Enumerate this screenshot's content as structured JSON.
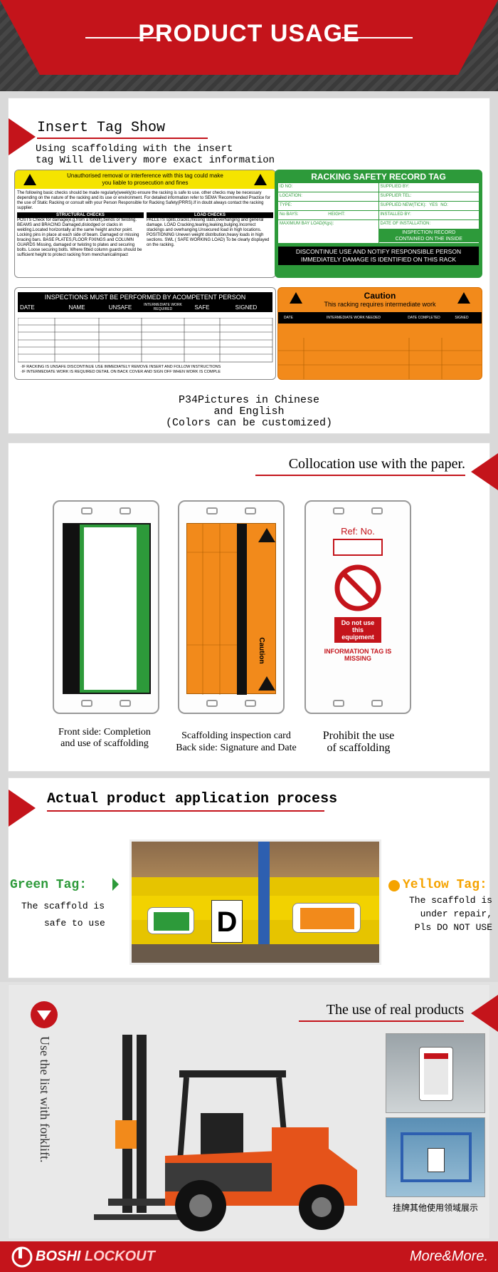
{
  "header": {
    "title": "PRODUCT USAGE"
  },
  "insert": {
    "heading": "Insert Tag Show",
    "subtitle_line1": "Using scaffolding with the insert",
    "subtitle_line2": "tag Will delivery more exact information",
    "caption_line1": "P34Pictures in Chinese",
    "caption_line2": "and English",
    "caption_line3": "(Colors can be customized)"
  },
  "tag1": {
    "warning_line1": "Unauthorised removal or interference with this tag could make",
    "warning_line2": "you liable to prosecution and fines",
    "intro": "The following basic checks should be made regularly(weekly)to ensure the racking is safe to use. other checks may be necessary depending on the nature of the racking and its use or environment. For detailed information refer to SEMA 'Recommended Practice for the use of Static Racking or consult with your Person Responsible for Racking Safety(PRRS).If in doubt always contact the racking supplier.",
    "col1_header": "STRUCTURAL CHECKS",
    "col2_header": "LOAD CHECKS",
    "col1_text": "POSTS Check for damage(e.g.from a forklift),bends or twisting. BEAMS and BRACING Damaged,dislodged or clacks in welding.Located horizontally at the same height anchor point. Locking pins in place at each side of beam. Damaged or missing bracing bars. BASE PLATES,FLOOR FIXINGS and COLUMN GUARDS Missing, damaged or twisting to plates and securing bolts. Loose securing bolts. Where fitted column guards should be sufficient height to protect racking from menchanicalimpact",
    "col2_text": "PALLETS splits,cracks,missing slats,overhanging and general damage. LOAD Cracking,tearing,leaking,bulging.Incorrect stackings and overhanging.Unsecured load in high locations. POSITIONING Uneven weight distribution,heavy loads in high sections. SWL ( SAFE WORKING LOAD) To be clearly displayed on the racking."
  },
  "tag2": {
    "title": "RACKING SAFETY RECORD TAG",
    "fields_left": [
      "ID NO:",
      "LOCATION:",
      "TYPE:",
      "No BAYS:",
      "MAXIMUM BAY LOAD(Kgs):"
    ],
    "fields_right": [
      "SUPPLIED BY:",
      "SUPPLIER TEL:",
      "SUPPLIED NEW(TICK):",
      "INSTALLED BY:",
      "DATE OF INSTALLATION:"
    ],
    "height_label": "HEIGHT:",
    "yes_label": "YES",
    "no_label": "NO:",
    "inspection_record": "INSPECTION RECORD",
    "contained": "CONTAINED ON THE INSIDE",
    "discontinue_line1": "DISCONTINUE USE AND NOTIFY RESPONSIBLE PERSON",
    "discontinue_line2": "IMMEDIATELY DAMAGE IS IDENTIFIED ON THIS RACK"
  },
  "tag3": {
    "banner": "INSPECTIONS MUST BE PERFORMED BY ACOMPETENT PERSON",
    "columns": [
      "DATE",
      "NAME",
      "UNSAFE",
      "INTERMEDIATE WORK REQUIRED",
      "SAFE",
      "SIGNED"
    ],
    "note_line1": "·IF RACKING IS UNSAFE DISCONTINUE USE IMMEDIATELY REMOVE INSERT AND FOLLOW INSTRUCTIONS",
    "note_line2": "·IF INTERMEDIATE WORK IS REQUIRED DETAIL ON BACK COVER AND SIGN OFF WHEN WORK IS COMPLE"
  },
  "tag4": {
    "title": "Caution",
    "subtitle": "This racking requires intermediate work",
    "columns": [
      "DATE",
      "INTERMEDIATE WORK NEEDED",
      "DATE COMPLETED",
      "SIGNED"
    ]
  },
  "collocation": {
    "heading": "Collocation use with the paper.",
    "caption1_line1": "Front side: Completion",
    "caption1_line2": "and use of scaffolding",
    "caption2_line1": "Scaffolding inspection card",
    "caption2_line2": "Back side: Signature and Date",
    "caption3_line1": "Prohibit the use",
    "caption3_line2": "of scaffolding",
    "card3_ref": "Ref: No.",
    "card3_notice": "Do not use this equipment",
    "card3_missing": "INFORMATION TAG IS MISSING"
  },
  "application": {
    "heading": "Actual product application process",
    "green_title": "Green Tag:",
    "green_line1": "The scaffold is",
    "green_line2": "safe to use",
    "yellow_title": "Yellow Tag:",
    "yellow_line1": "The scaffold is",
    "yellow_line2": "under repair,",
    "yellow_line3": "Pls DO NOT USE",
    "rack_letter": "D"
  },
  "real": {
    "heading": "The use of real products",
    "vertical_text": "Use the list with forklift.",
    "cn_caption": "挂牌其他使用领域展示"
  },
  "footer": {
    "brand1": "BOSHI",
    "brand2": "LOCKOUT",
    "more": "More&More."
  },
  "colors": {
    "red": "#c4141b",
    "green": "#2d9a3a",
    "orange": "#f28a1b",
    "yellow": "#f5c400"
  }
}
